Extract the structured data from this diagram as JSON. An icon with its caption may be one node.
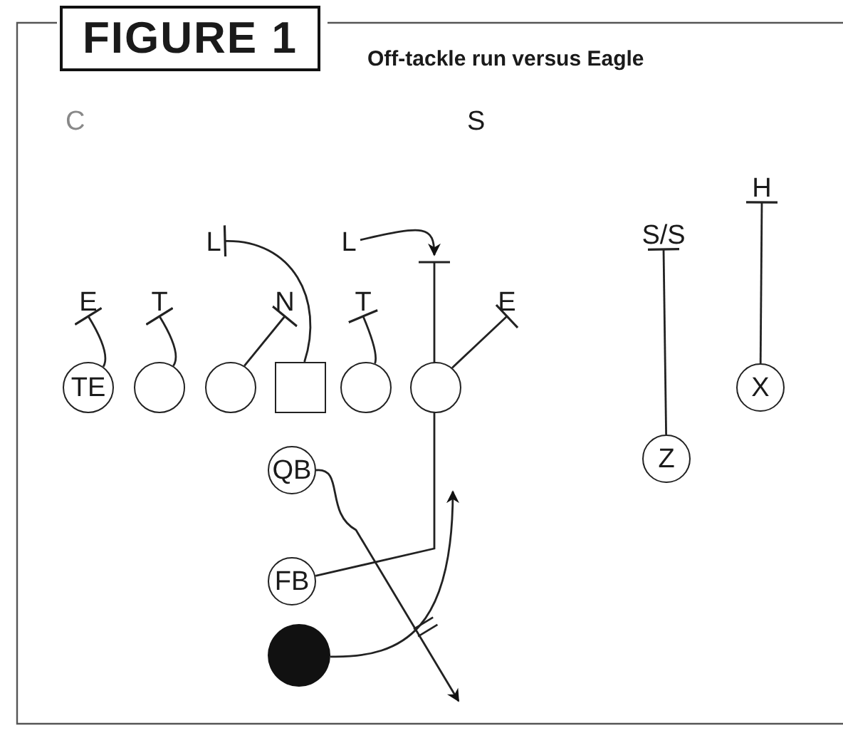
{
  "diagram": {
    "title": "FIGURE 1",
    "caption": "Off-tackle run versus Eagle",
    "nodes": [
      {
        "text": [
          "L"
        ]
      },
      {
        "text": [
          "L"
        ]
      },
      {
        "text": [
          "E"
        ]
      },
      {
        "text": [
          "T"
        ]
      },
      {
        "text": [
          "N"
        ]
      },
      {
        "text": [
          "T"
        ]
      },
      {
        "text": [
          "E"
        ]
      },
      {
        "text": [
          "S/S"
        ]
      },
      {
        "text": [
          "H"
        ]
      },
      {
        "text": [
          "TE"
        ]
      },
      {
        "text": [],
        "shape": "circle"
      },
      {
        "text": [],
        "shape": "circle"
      },
      {
        "text": [],
        "shape": "box"
      },
      {
        "text": [],
        "shape": "circle"
      },
      {
        "text": [],
        "shape": "circle"
      },
      {
        "text": [
          "QB"
        ]
      },
      {
        "text": [
          "FB"
        ]
      },
      {
        "text": [],
        "shape": "circle"
      },
      {
        "text": [
          "Z"
        ]
      },
      {
        "text": [
          "X"
        ]
      }
    ],
    "edges": [
      {
        "from": 9,
        "to": 2,
        "arrow": "other"
      },
      {
        "from": 10,
        "to": 3,
        "arrow": "other"
      },
      {
        "from": 11,
        "to": 4,
        "arrow": "other"
      },
      {
        "from": 12,
        "to": 0,
        "arrow": "other"
      },
      {
        "from": 13,
        "to": 5,
        "arrow": "other"
      },
      {
        "from": 14,
        "to": 6,
        "arrow": "other"
      },
      {
        "from": 16,
        "to": null,
        "arrow": "other"
      },
      {
        "from": 1,
        "to": null,
        "arrow": "to"
      },
      {
        "from": 15,
        "to": null,
        "arrow": "to"
      },
      {
        "from": 17,
        "to": null,
        "arrow": "to"
      },
      {
        "from": 18,
        "to": 7,
        "arrow": "other"
      },
      {
        "from": 19,
        "to": 8,
        "arrow": "other"
      }
    ],
    "labels": [
      "C",
      "S"
    ]
  }
}
